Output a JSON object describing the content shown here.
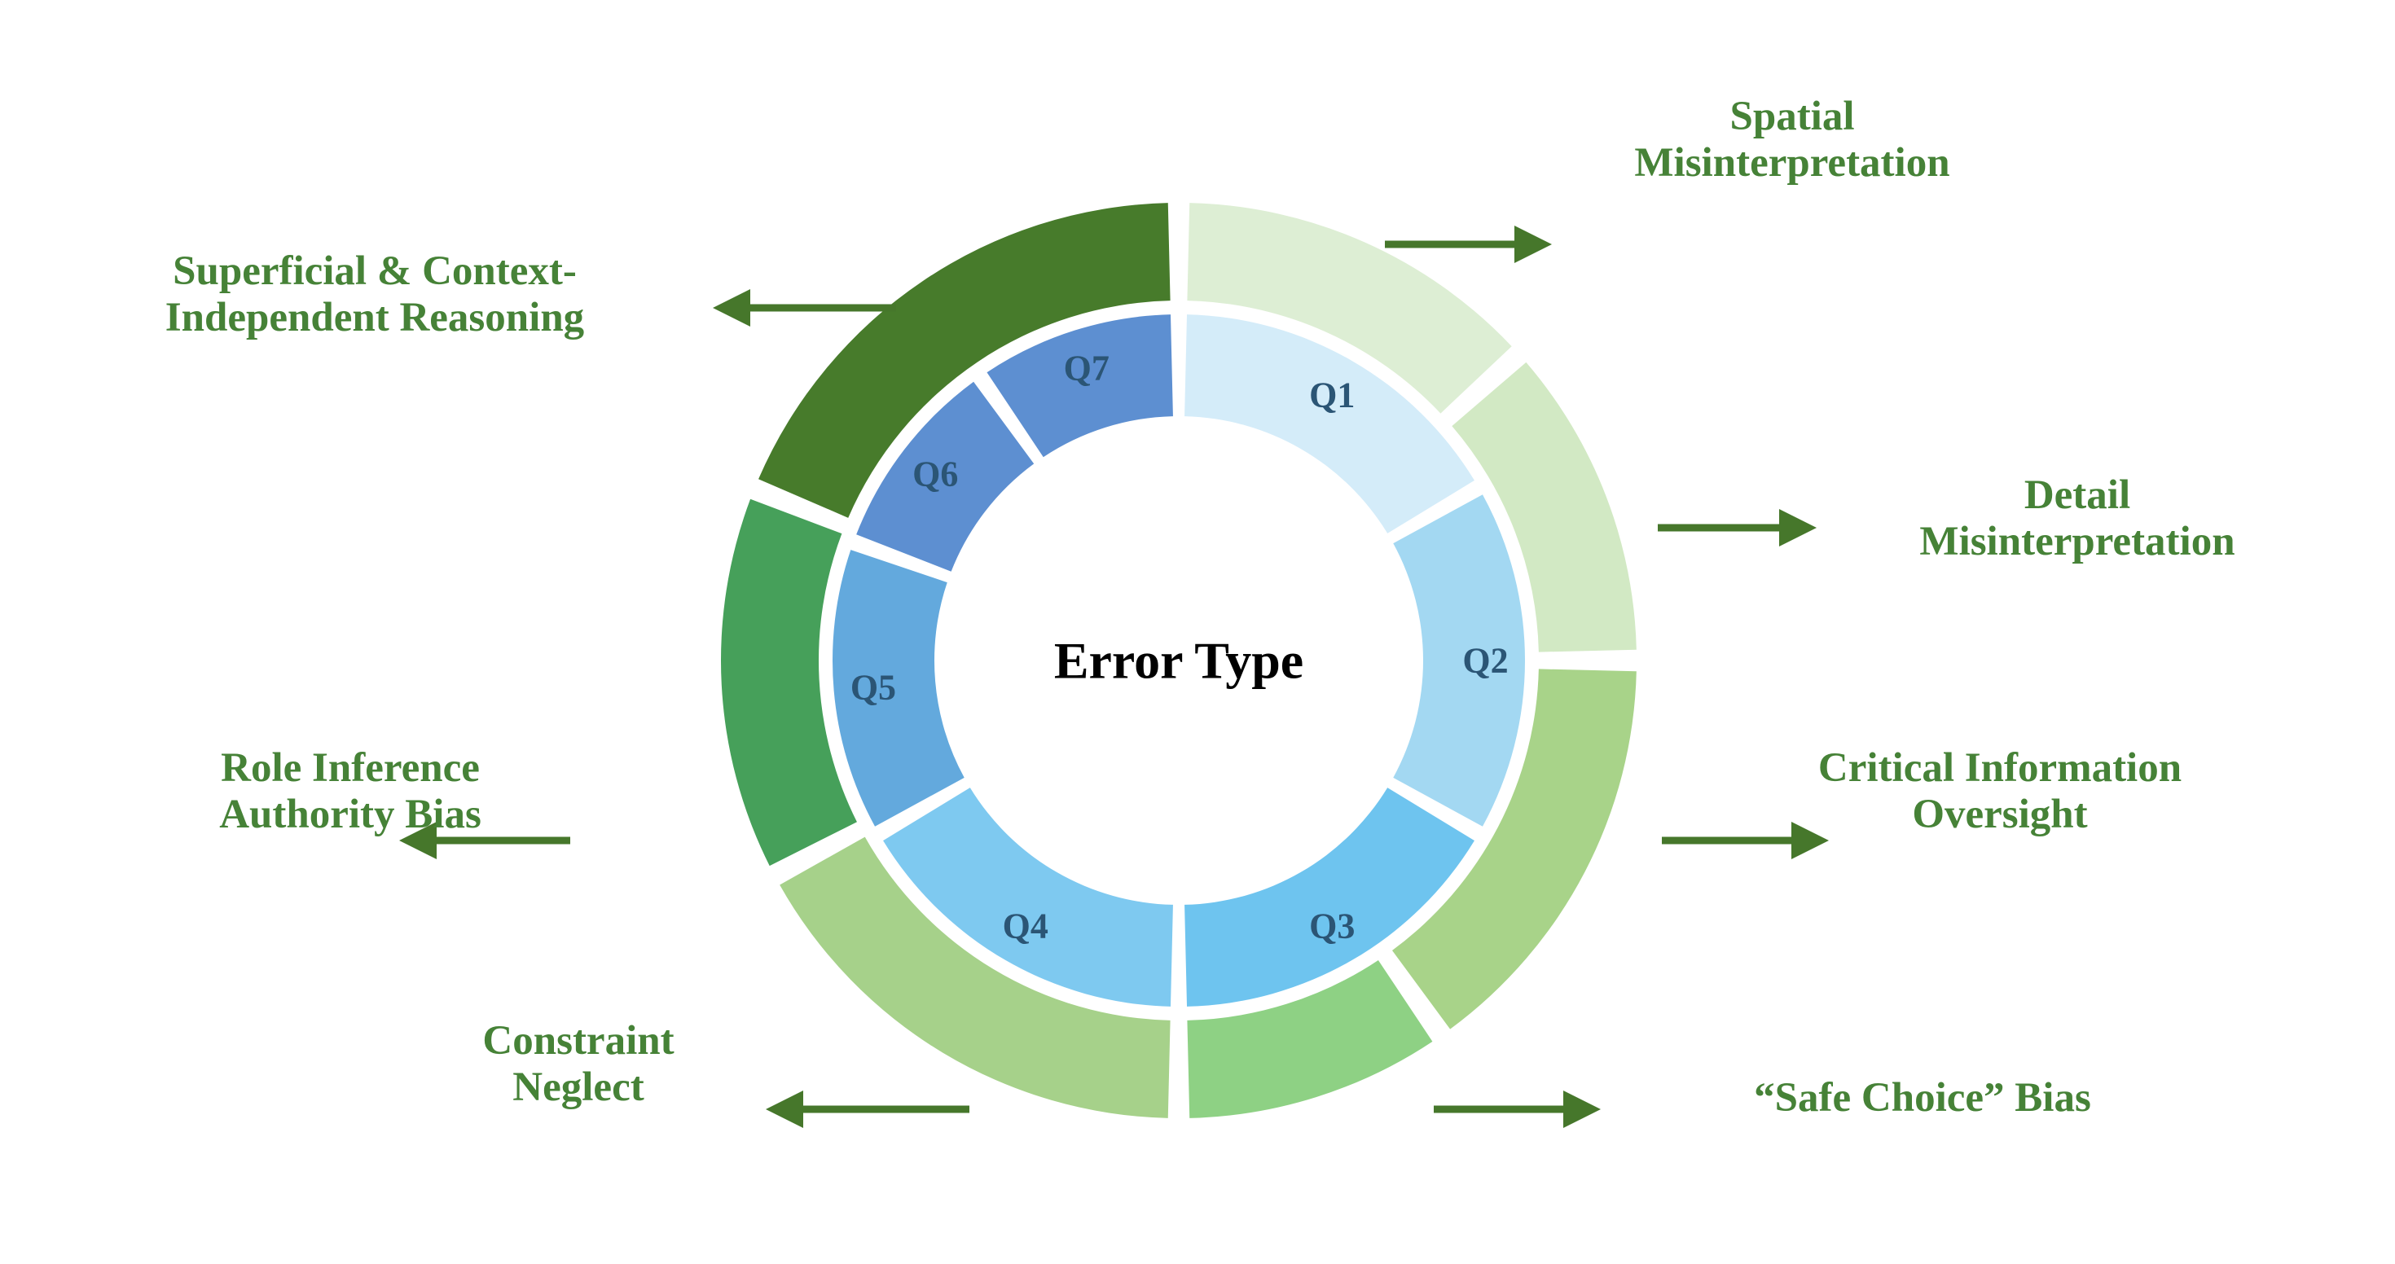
{
  "diagram": {
    "title": "Error Type",
    "center_label": "Error Type",
    "type": "double-ring donut / concentric wheel diagram",
    "colors": {
      "inner_ring": [
        "#d4ecf9",
        "#a3d8f2",
        "#6ec4ef",
        "#7ec9f0",
        "#63a9dd",
        "#5d8fd1",
        "#5d8fd1"
      ],
      "outer_ring": [
        "#ddeed4",
        "#d2e9c4",
        "#a8d389",
        "#8ed184",
        "#a6d18a",
        "#46a05a",
        "#477b2b"
      ],
      "inner_text": "#2b5575",
      "callout_text": "#468237",
      "arrow": "#46772b",
      "center_text": "#000000",
      "background": "#ffffff"
    }
  },
  "inner_ring": {
    "name": "question-ring",
    "segments": [
      {
        "id": "q1",
        "label": "Q1",
        "color": "#d4ecf9",
        "start_deg": 0,
        "end_deg": 60
      },
      {
        "id": "q2",
        "label": "Q2",
        "color": "#a3d8f2",
        "start_deg": 60,
        "end_deg": 120
      },
      {
        "id": "q3",
        "label": "Q3",
        "color": "#6ec4ef",
        "start_deg": 120,
        "end_deg": 180
      },
      {
        "id": "q4",
        "label": "Q4",
        "color": "#7ec9f0",
        "start_deg": 180,
        "end_deg": 240
      },
      {
        "id": "q5",
        "label": "Q5",
        "color": "#63a9dd",
        "start_deg": 240,
        "end_deg": 290
      },
      {
        "id": "q6",
        "label": "Q6",
        "color": "#5d8fd1",
        "start_deg": 290,
        "end_deg": 325
      },
      {
        "id": "q7",
        "label": "Q7",
        "color": "#5d8fd1",
        "start_deg": 325,
        "end_deg": 360
      }
    ]
  },
  "outer_ring": {
    "name": "error-type-ring",
    "segments": [
      {
        "id": "e1",
        "label": "Spatial Misinterpretation",
        "color": "#ddeed4",
        "start_deg": 0,
        "end_deg": 48
      },
      {
        "id": "e2",
        "label": "Detail Misinterpretation",
        "color": "#d2e9c4",
        "start_deg": 48,
        "end_deg": 90
      },
      {
        "id": "e3",
        "label": "Critical Information Oversight",
        "color": "#a8d389",
        "start_deg": 90,
        "end_deg": 145
      },
      {
        "id": "e4",
        "label": "“Safe Choice” Bias",
        "color": "#8ed184",
        "start_deg": 145,
        "end_deg": 180
      },
      {
        "id": "e5",
        "label": "Constraint Neglect",
        "color": "#a6d18a",
        "start_deg": 180,
        "end_deg": 242
      },
      {
        "id": "e6",
        "label": "Role Inference Authority Bias",
        "color": "#46a05a",
        "start_deg": 242,
        "end_deg": 292
      },
      {
        "id": "e7",
        "label": "Superficial & Context-Independent Reasoning",
        "color": "#477b2b",
        "start_deg": 292,
        "end_deg": 360
      }
    ]
  },
  "callouts": [
    {
      "id": "spatial-misinterpretation",
      "side": "right",
      "text": "Spatial\nMisinterpretation"
    },
    {
      "id": "detail-misinterpretation",
      "side": "right",
      "text": "Detail\nMisinterpretation"
    },
    {
      "id": "critical-information-oversight",
      "side": "right",
      "text": "Critical Information\nOversight"
    },
    {
      "id": "safe-choice-bias",
      "side": "right",
      "text": "“Safe Choice” Bias"
    },
    {
      "id": "constraint-neglect",
      "side": "left",
      "text": "Constraint\nNeglect"
    },
    {
      "id": "role-inference-authority-bias",
      "side": "left",
      "text": "Role Inference\nAuthority Bias"
    },
    {
      "id": "superficial-context-independent-reasoning",
      "side": "left",
      "text": "Superficial & Context-\nIndependent Reasoning"
    }
  ],
  "chart_data": {
    "type": "pie",
    "title": "Error Type",
    "subtitle": "",
    "xlabel": "",
    "ylabel": "",
    "legend_position": "around-ring",
    "grid": false,
    "rings": [
      {
        "name": "Questions (inner ring)",
        "categories": [
          "Q1",
          "Q2",
          "Q3",
          "Q4",
          "Q5",
          "Q6",
          "Q7"
        ],
        "values": [
          60,
          60,
          60,
          60,
          50,
          35,
          35
        ],
        "unit": "degrees",
        "colors": [
          "#d4ecf9",
          "#a3d8f2",
          "#6ec4ef",
          "#7ec9f0",
          "#63a9dd",
          "#5d8fd1",
          "#5d8fd1"
        ]
      },
      {
        "name": "Error Types (outer ring)",
        "categories": [
          "Spatial Misinterpretation",
          "Detail Misinterpretation",
          "Critical Information Oversight",
          "“Safe Choice” Bias",
          "Constraint Neglect",
          "Role Inference Authority Bias",
          "Superficial & Context-Independent Reasoning"
        ],
        "values": [
          48,
          42,
          55,
          35,
          62,
          50,
          68
        ],
        "unit": "degrees",
        "colors": [
          "#ddeed4",
          "#d2e9c4",
          "#a8d389",
          "#8ed184",
          "#a6d18a",
          "#46a05a",
          "#477b2b"
        ]
      }
    ]
  }
}
